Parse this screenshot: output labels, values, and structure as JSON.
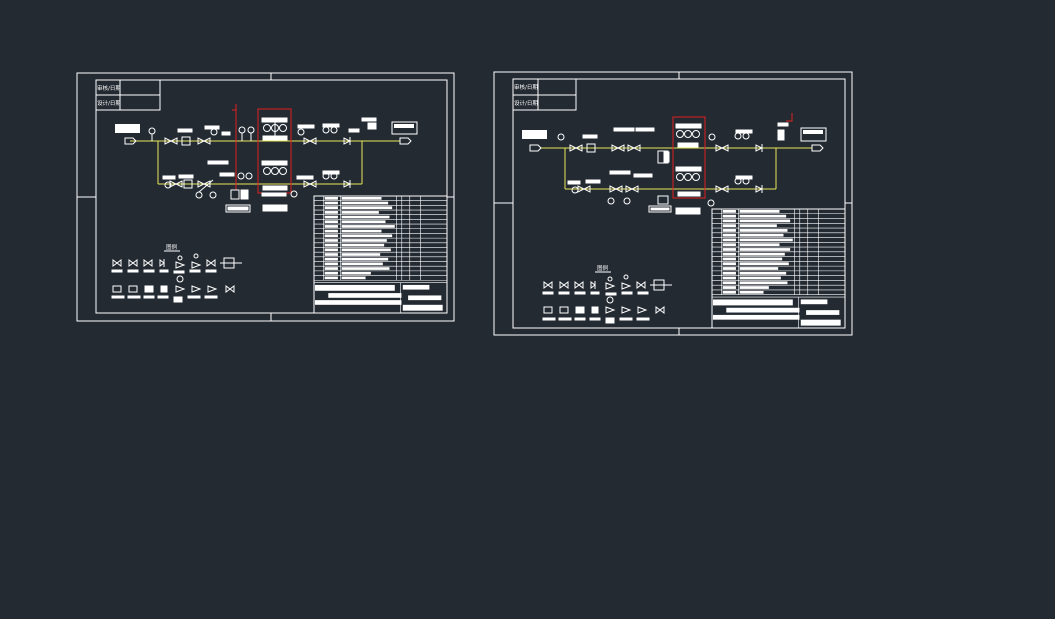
{
  "colors": {
    "background": "#232a32",
    "frame": "#ffffff",
    "pipe": "#e8e85a",
    "highlight": "#e02020"
  },
  "drawings": [
    {
      "title_cells": [
        "审核/日期",
        "设计/日期"
      ],
      "legend_title": "图例"
    },
    {
      "title_cells": [
        "审核/日期",
        "设计/日期"
      ],
      "legend_title": "图例"
    }
  ]
}
